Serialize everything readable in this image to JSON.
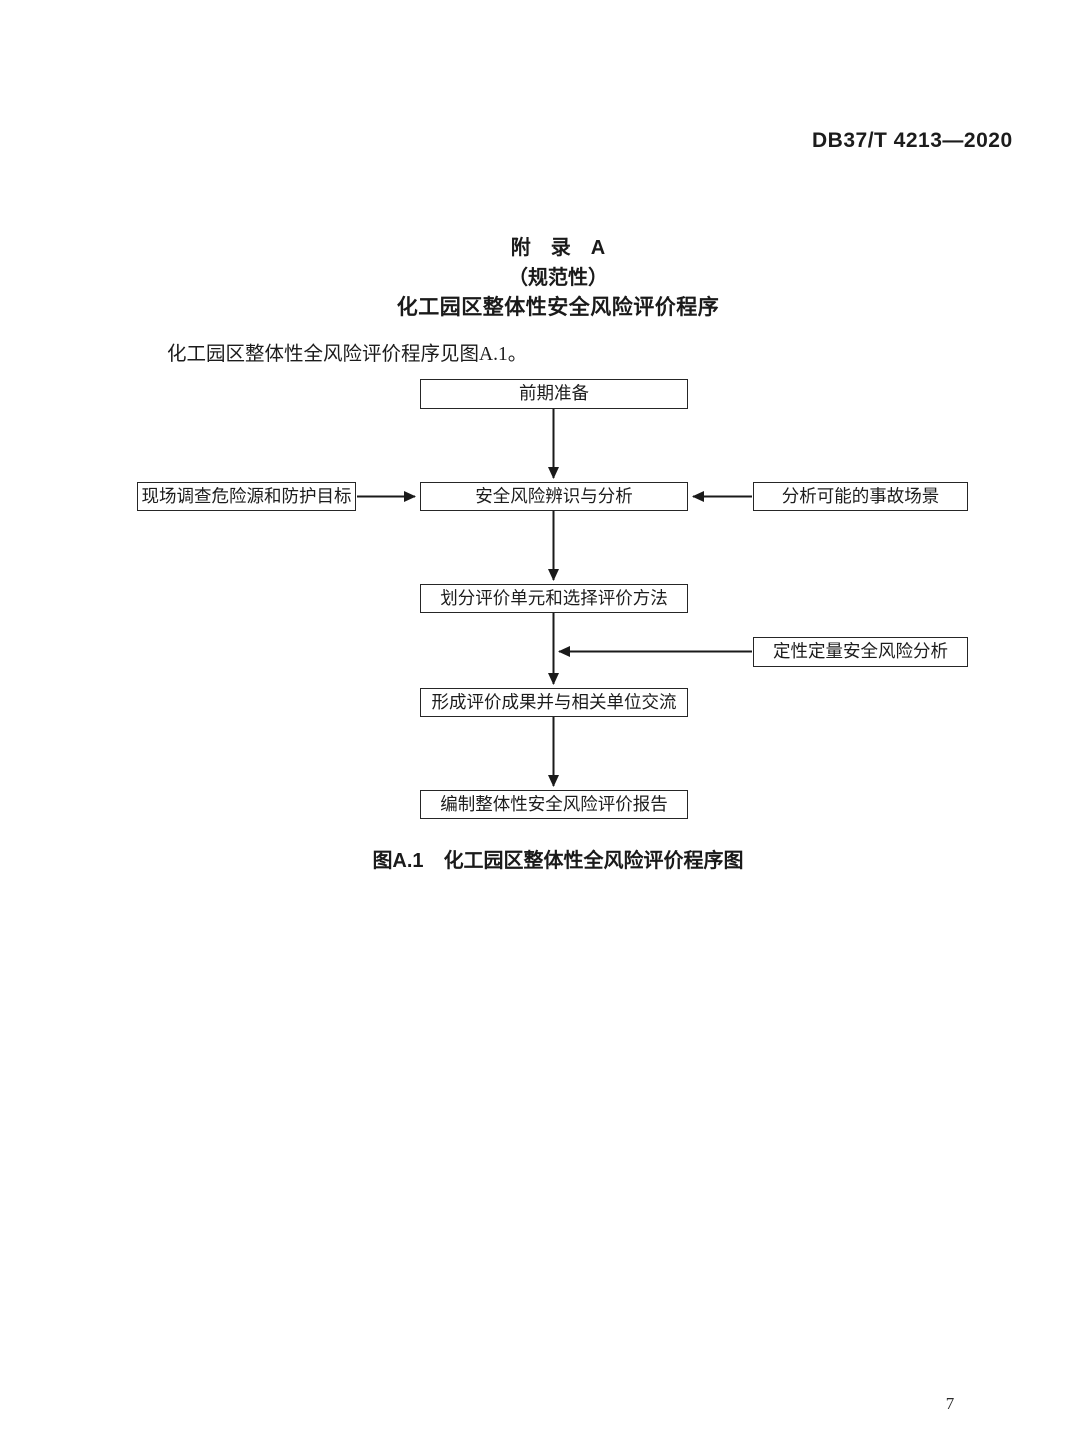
{
  "page": {
    "header_code": "DB37/T 4213—2020",
    "page_number": "7"
  },
  "appendix": {
    "title_line1": "附　录　A",
    "title_line2": "（规范性）",
    "title_line3": "化工园区整体性安全风险评价程序",
    "intro": "化工园区整体性全风险评价程序见图A.1。"
  },
  "flowchart": {
    "nodes": {
      "prep": "前期准备",
      "survey": "现场调查危险源和防护目标",
      "identify": "安全风险辨识与分析",
      "scenario": "分析可能的事故场景",
      "divide": "划分评价单元和选择评价方法",
      "qual_quant": "定性定量安全风险分析",
      "results": "形成评价成果并与相关单位交流",
      "report": "编制整体性安全风险评价报告"
    },
    "edges": [
      {
        "from": "prep",
        "to": "identify"
      },
      {
        "from": "survey",
        "to": "identify"
      },
      {
        "from": "scenario",
        "to": "identify"
      },
      {
        "from": "identify",
        "to": "divide"
      },
      {
        "from": "divide",
        "to": "results"
      },
      {
        "from": "qual_quant",
        "to": "divide_results_connector"
      },
      {
        "from": "results",
        "to": "report"
      }
    ],
    "caption_label": "图A.1",
    "caption_text": "化工园区整体性全风险评价程序图"
  },
  "colors": {
    "text": "#1c1c1c",
    "line": "#1a1a1a",
    "background": "#ffffff"
  }
}
